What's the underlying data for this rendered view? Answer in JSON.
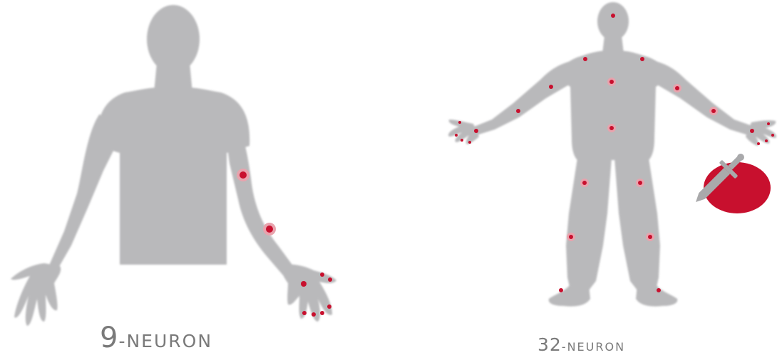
{
  "figures": [
    {
      "name": "torso-figure",
      "label_number": "9",
      "label_unit": "-NEURON"
    },
    {
      "name": "full-body-figure",
      "label_number": "32",
      "label_unit": "-NEURON"
    }
  ],
  "colors": {
    "body": "#b9b9bb",
    "neuron": "#c8102e",
    "neuron_ring": "#e8a3ad",
    "label": "#7a7a7a",
    "sword": "#a9a9ab"
  },
  "icons": {
    "weapon": "sword-on-red-disc-icon"
  }
}
